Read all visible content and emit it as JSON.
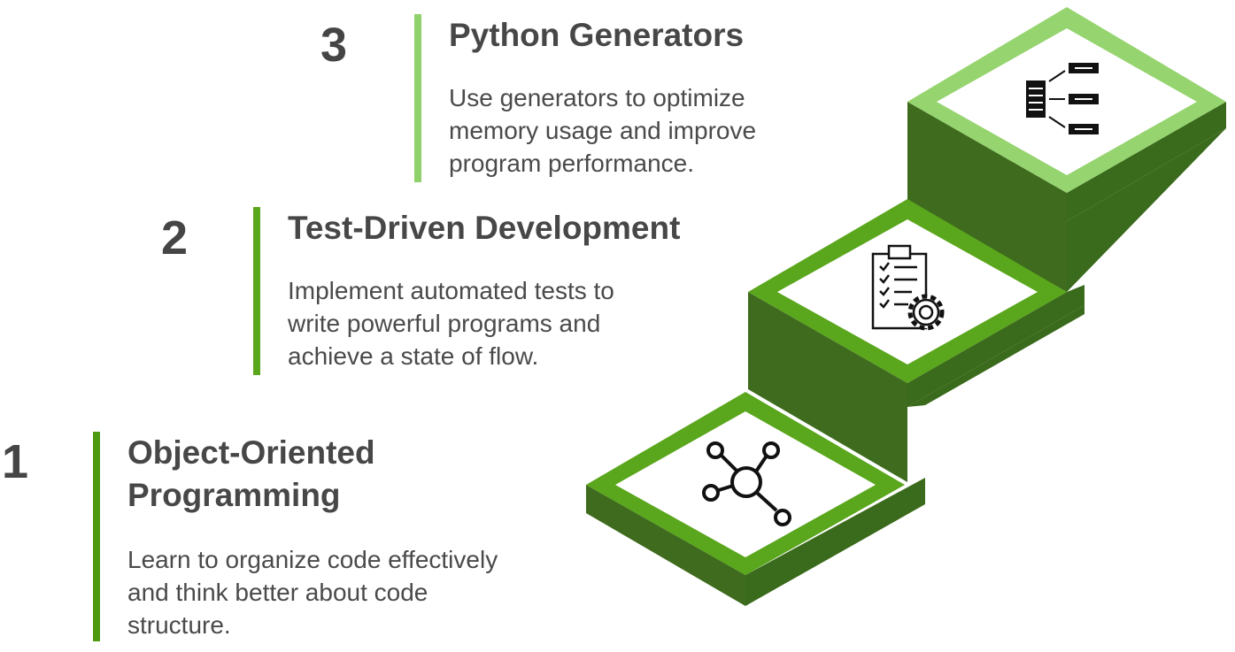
{
  "steps": [
    {
      "number": "3",
      "title": "Python Generators",
      "description_lines": [
        "Use generators to optimize",
        "memory usage and improve",
        "program performance."
      ],
      "accent": "#8fd16a",
      "icon": "generator-flow-icon"
    },
    {
      "number": "2",
      "title": "Test-Driven Development",
      "description_lines": [
        "Implement automated tests to",
        "write powerful programs and",
        "achieve a state of flow."
      ],
      "accent": "#5aa61c",
      "icon": "clipboard-gear-icon"
    },
    {
      "number": "1",
      "title_lines": [
        "Object-Oriented",
        "Programming"
      ],
      "description_lines": [
        "Learn to organize code effectively",
        "and think better about code",
        "structure."
      ],
      "accent": "#4e9a10",
      "icon": "network-hub-icon"
    }
  ],
  "colors": {
    "dark_green": "#3f6e1e",
    "mid_green": "#5aa61c",
    "light_green": "#8fd16a"
  }
}
